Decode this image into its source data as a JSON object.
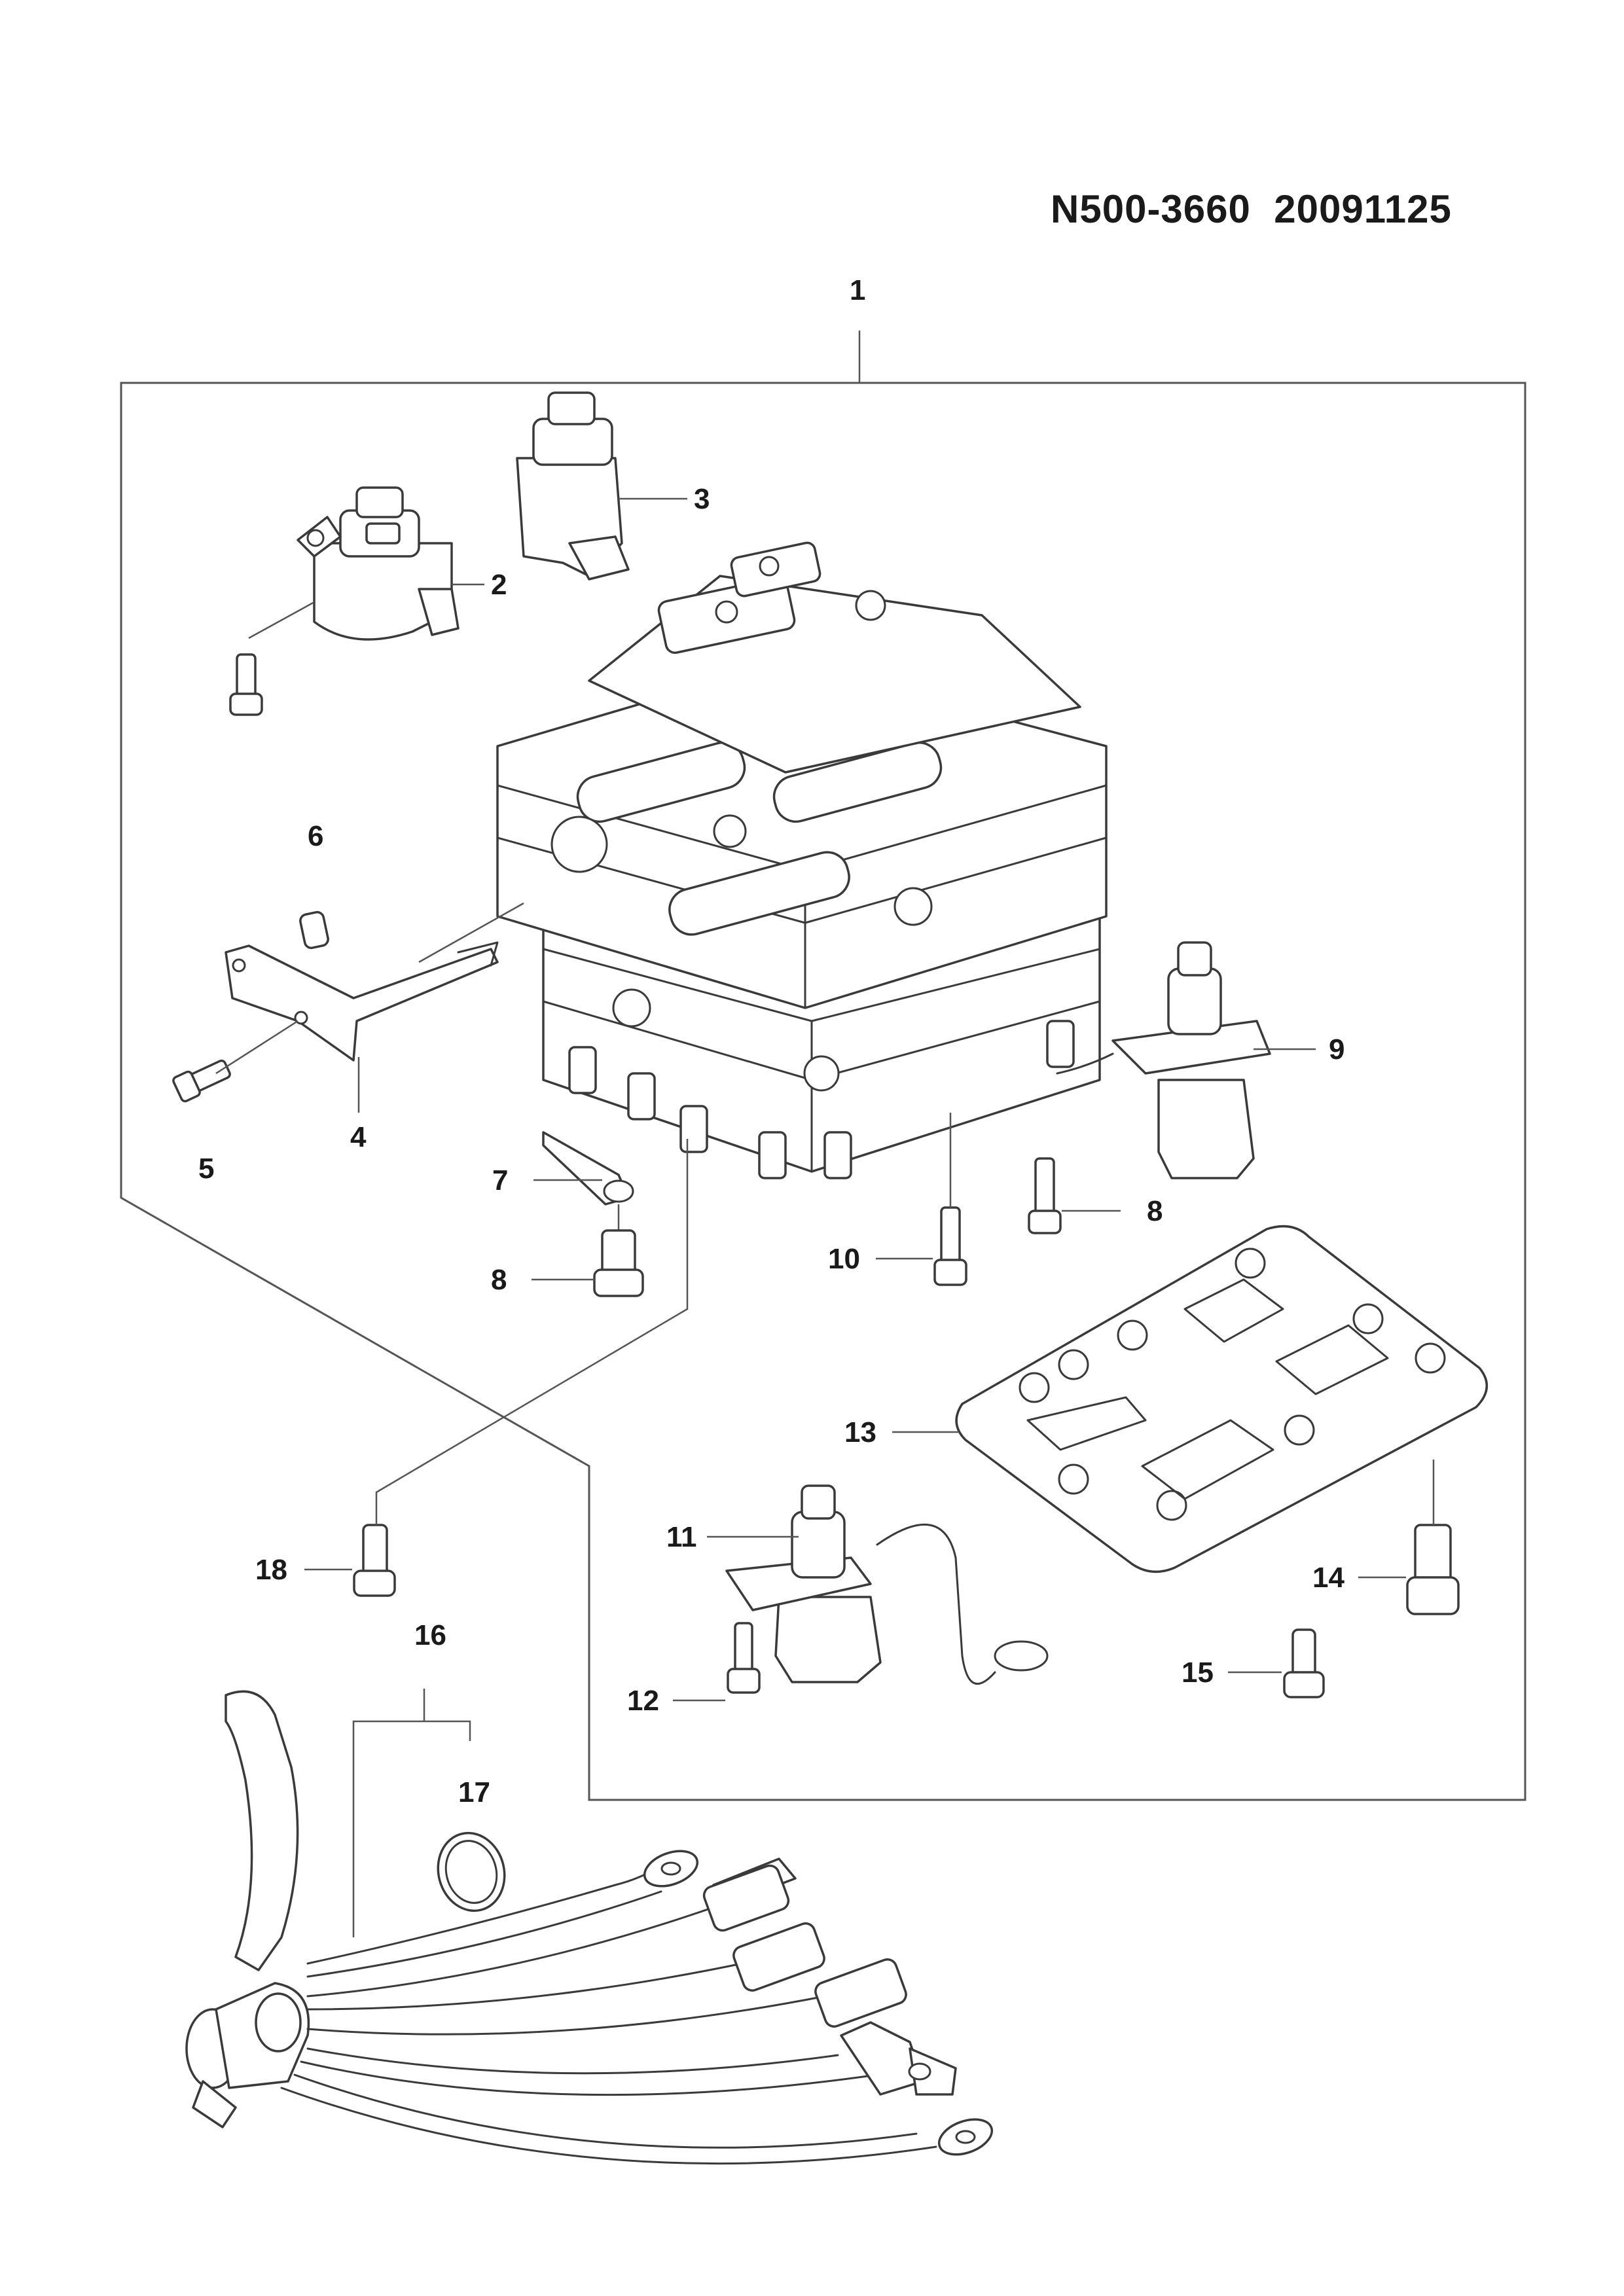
{
  "header": {
    "document_code": "N500-3660  20091125"
  },
  "callouts": [
    {
      "id": "c1",
      "label": "1"
    },
    {
      "id": "c2",
      "label": "2"
    },
    {
      "id": "c3",
      "label": "3"
    },
    {
      "id": "c4",
      "label": "4"
    },
    {
      "id": "c5",
      "label": "5"
    },
    {
      "id": "c6",
      "label": "6"
    },
    {
      "id": "c7",
      "label": "7"
    },
    {
      "id": "c8a",
      "label": "8"
    },
    {
      "id": "c8b",
      "label": "8"
    },
    {
      "id": "c9",
      "label": "9"
    },
    {
      "id": "c10",
      "label": "10"
    },
    {
      "id": "c11",
      "label": "11"
    },
    {
      "id": "c12",
      "label": "12"
    },
    {
      "id": "c13",
      "label": "13"
    },
    {
      "id": "c14",
      "label": "14"
    },
    {
      "id": "c15",
      "label": "15"
    },
    {
      "id": "c16",
      "label": "16"
    },
    {
      "id": "c17",
      "label": "17"
    },
    {
      "id": "c18",
      "label": "18"
    }
  ]
}
